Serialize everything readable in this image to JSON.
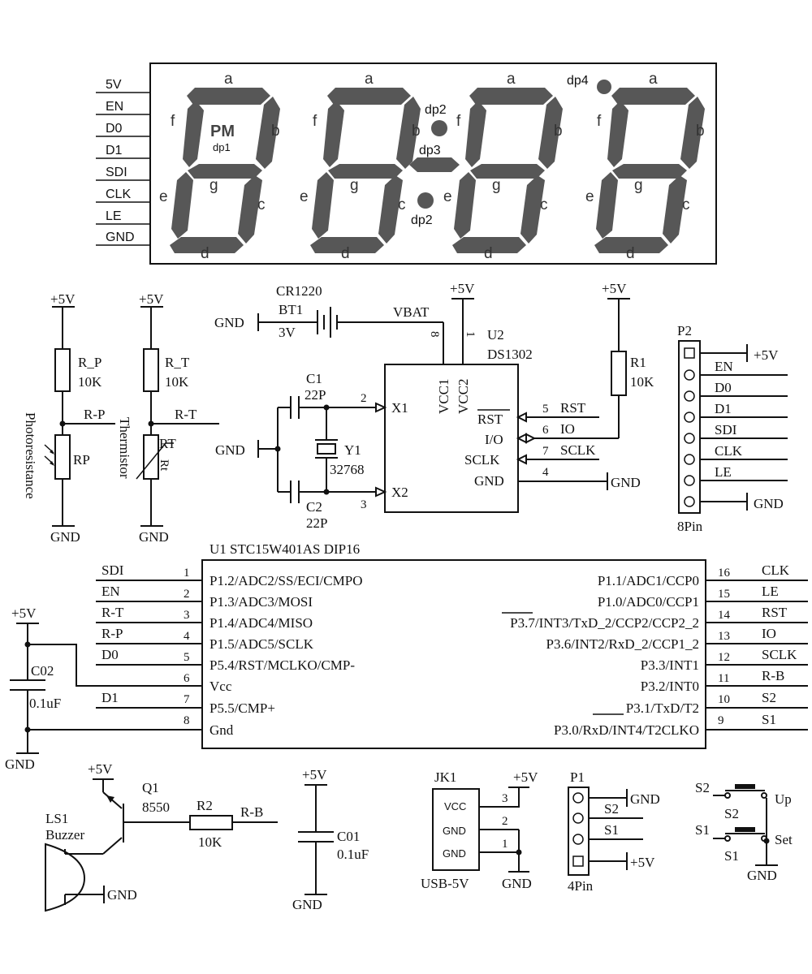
{
  "display": {
    "header_pins": [
      "5V",
      "EN",
      "D0",
      "D1",
      "SDI",
      "CLK",
      "LE",
      "GND"
    ],
    "seg_letters": {
      "a": "a",
      "b": "b",
      "c": "c",
      "d": "d",
      "e": "e",
      "f": "f",
      "g": "g"
    },
    "pm": "PM",
    "dp1": "dp1",
    "dp2": "dp2",
    "dp3": "dp3",
    "dp4": "dp4"
  },
  "sensors": {
    "vcc": "+5V",
    "gnd": "GND",
    "rp_name": "R_P",
    "rp_value": "10K",
    "rp_net": "R-P",
    "rp_part": "RP",
    "rp_desc": "Photoresistance",
    "rt_name": "R_T",
    "rt_value": "10K",
    "rt_net": "R-T",
    "rt_part": "RT",
    "rt_desc": "Thermistor",
    "rt_mark": "Rt"
  },
  "rtc": {
    "battery_type": "CR1220",
    "battery_name": "BT1",
    "battery_volt": "3V",
    "gnd": "GND",
    "vbat": "VBAT",
    "vcc": "+5V",
    "pin8": "8",
    "pin1": "1",
    "chip_ref": "U2",
    "chip_name": "DS1302",
    "vcc1": "VCC1",
    "vcc2": "VCC2",
    "c1_name": "C1",
    "c1_value": "22P",
    "c2_name": "C2",
    "c2_value": "22P",
    "crystal_name": "Y1",
    "crystal_value": "32768",
    "x1": "X1",
    "x2": "X2",
    "pin2": "2",
    "pin3": "3",
    "rst_pin": "RST",
    "io_pin": "I/O",
    "sclk_pin": "SCLK",
    "gnd_pin": "GND",
    "n5": "5",
    "n6": "6",
    "n7": "7",
    "n4": "4",
    "rst_net": "RST",
    "io_net": "IO",
    "sclk_net": "SCLK",
    "r1_vcc": "+5V",
    "r1_name": "R1",
    "r1_value": "10K"
  },
  "p2": {
    "name": "P2",
    "pins": [
      "+5V",
      "EN",
      "D0",
      "D1",
      "SDI",
      "CLK",
      "LE",
      "GND"
    ],
    "count": "8Pin"
  },
  "mcu": {
    "title": "U1   STC15W401AS    DIP16",
    "left_pins": [
      {
        "num": "1",
        "name": "P1.2/ADC2/SS/ECI/CMPO",
        "net": "SDI"
      },
      {
        "num": "2",
        "name": "P1.3/ADC3/MOSI",
        "net": "EN"
      },
      {
        "num": "3",
        "name": "P1.4/ADC4/MISO",
        "net": "R-T"
      },
      {
        "num": "4",
        "name": "P1.5/ADC5/SCLK",
        "net": "R-P"
      },
      {
        "num": "5",
        "name": "P5.4/RST/MCLKO/CMP-",
        "net": "D0"
      },
      {
        "num": "6",
        "name": "Vcc",
        "net": ""
      },
      {
        "num": "7",
        "name": "P5.5/CMP+",
        "net": "D1"
      },
      {
        "num": "8",
        "name": "Gnd",
        "net": ""
      }
    ],
    "right_pins": [
      {
        "num": "16",
        "name": "P1.1/ADC1/CCP0",
        "net": "CLK"
      },
      {
        "num": "15",
        "name": "P1.0/ADC0/CCP1",
        "net": "LE"
      },
      {
        "num": "14",
        "name": "P3.7/INT3/TxD_2/CCP2/CCP2_2",
        "net": "RST"
      },
      {
        "num": "13",
        "name": "P3.6/INT2/RxD_2/CCP1_2",
        "net": "IO"
      },
      {
        "num": "12",
        "name": "P3.3/INT1",
        "net": "SCLK"
      },
      {
        "num": "11",
        "name": "P3.2/INT0",
        "net": "R-B"
      },
      {
        "num": "10",
        "name": "P3.1/TxD/T2",
        "net": "S2"
      },
      {
        "num": "9",
        "name": "P3.0/RxD/INT4/T2CLKO",
        "net": "S1"
      }
    ],
    "cap_vcc": "+5V",
    "cap_name": "C02",
    "cap_value": "0.1uF",
    "cap_gnd": "GND"
  },
  "buzzer": {
    "vcc": "+5V",
    "q_name": "Q1",
    "q_part": "8550",
    "r_name": "R2",
    "r_value": "10K",
    "net": "R-B",
    "ls_name": "LS1",
    "ls_desc": "Buzzer",
    "gnd": "GND"
  },
  "c01": {
    "vcc": "+5V",
    "name": "C01",
    "value": "0.1uF",
    "gnd": "GND"
  },
  "usb": {
    "name": "JK1",
    "vcc_lbl": "VCC",
    "gnd_lbl1": "GND",
    "gnd_lbl2": "GND",
    "n3": "3",
    "n2": "2",
    "n1": "1",
    "vcc": "+5V",
    "gnd": "GND",
    "caption": "USB-5V"
  },
  "p1": {
    "name": "P1",
    "pins": [
      "GND",
      "S2",
      "S1",
      "+5V"
    ],
    "count": "4Pin"
  },
  "switches": {
    "s2_net": "S2",
    "s2_name": "S2",
    "s2_func": "Up",
    "s1_net": "S1",
    "s1_name": "S1",
    "s1_func": "Set",
    "gnd": "GND"
  }
}
